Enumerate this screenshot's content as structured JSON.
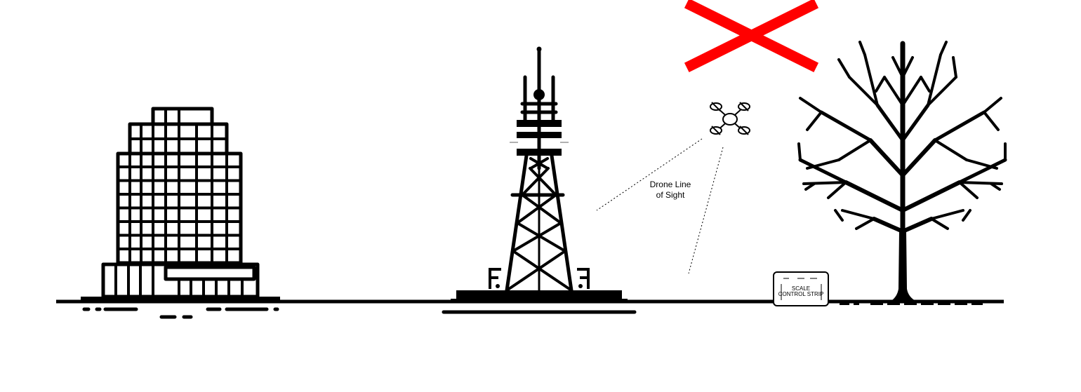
{
  "labels": {
    "drone_line_1": "Drone Line",
    "drone_line_2": "of Sight",
    "strip_line_1": "SCALE",
    "strip_line_2": "CONTROL STRIP"
  },
  "icons": {
    "building": "office-building-icon",
    "tower": "radio-tower-icon",
    "drone": "quadcopter-drone-icon",
    "tree": "tree-icon",
    "cross": "red-x-icon"
  },
  "colors": {
    "ink": "#000000",
    "cross": "#ff0000",
    "background": "#ffffff",
    "tower_accent": "#b0b0b0"
  }
}
